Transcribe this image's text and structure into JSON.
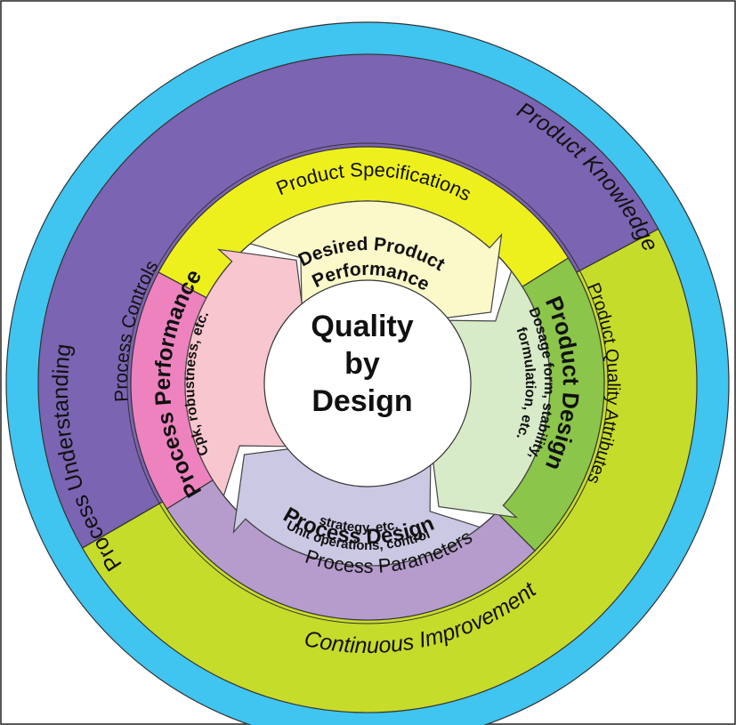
{
  "center": {
    "lines": [
      "Quality",
      "by",
      "Design"
    ]
  },
  "outer_ring": {
    "top_label": "Product Knowledge",
    "left_label": "Process Understanding",
    "bottom_label": "Continuous Improvement"
  },
  "middle_ring": {
    "top_label": "Product Specifications",
    "right_label": "Product Quality Attributes",
    "bottom_label": "Process Parameters",
    "left_label": "Process Controls"
  },
  "inner_cycle": {
    "top": {
      "line1": "Desired Product",
      "line2": "Performance"
    },
    "right": {
      "title": "Product Design",
      "line1": "Dosage form, stability,",
      "line2": "formulation, etc."
    },
    "bottom": {
      "title": "Process Design",
      "line1": "Unit operations, control",
      "line2": "strategy, etc."
    },
    "left": {
      "title": "Process Performance",
      "line1": "Cpk, robustness, etc."
    }
  },
  "colors": {
    "outer_blue": "#40c4f0",
    "outer_purple": "#7b64b2",
    "lime": "#c6dc2a",
    "yellow": "#eef01e",
    "green": "#8bc54a",
    "pink": "#ee82be",
    "lavender": "#b59ccc",
    "pale_yellow": "#fbf8c9",
    "pale_green": "#d8ebc8",
    "pale_lavender": "#cbc8e4",
    "pale_pink": "#f8c6ce"
  }
}
